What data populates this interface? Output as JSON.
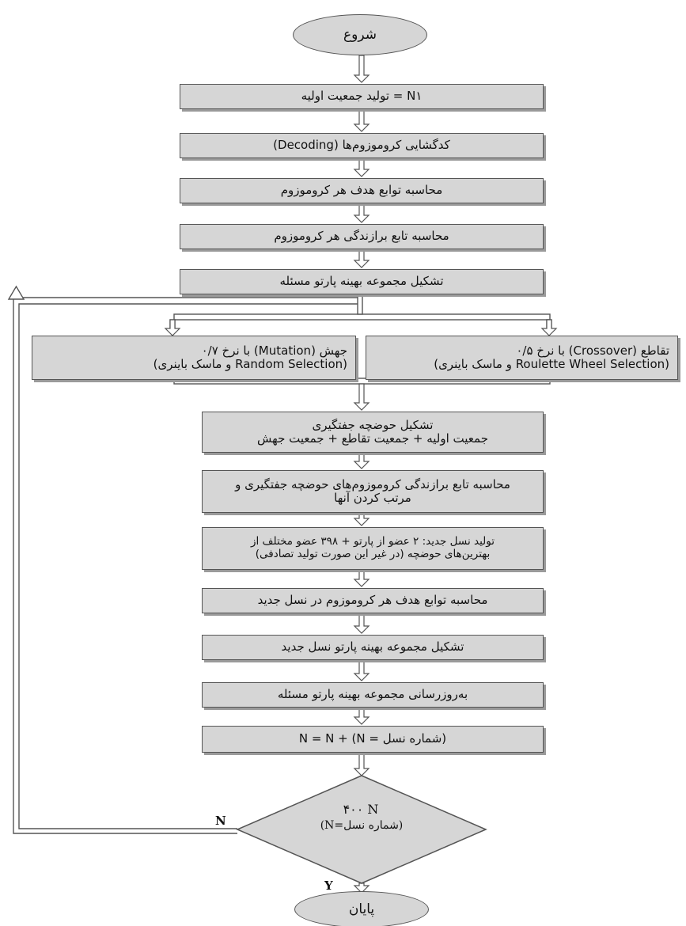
{
  "flowchart": {
    "start": "شروع",
    "end": "پایان",
    "steps": {
      "s1": [
        "N۱ = تولید جمعیت اولیه"
      ],
      "s2": [
        "کدگشایی کروموزوم‌ها (Decoding)"
      ],
      "s3": [
        "محاسبه توابع هدف هر کروموزوم"
      ],
      "s4": [
        "محاسبه تابع برازندگی هر کروموزوم"
      ],
      "s5": [
        "تشکیل مجموعه بهینه پارتو مسئله"
      ],
      "mutation": [
        "جهش (Mutation) با نرخ ۰/۷",
        "(Random Selection و ماسک باینری)"
      ],
      "crossover": [
        "تقاطع (Crossover) با نرخ ۰/۵",
        "(Roulette Wheel Selection و ماسک باینری)"
      ],
      "s6": [
        "تشکیل حوضچه جفتگیری",
        "جمعیت اولیه + جمعیت تقاطع + جمعیت جهش"
      ],
      "s7": [
        "محاسبه تابع برازندگی کروموزوم‌های حوضچه جفتگیری و",
        "مرتب کردن آنها"
      ],
      "s8": [
        "تولید نسل جدید: ۲ عضو از پارتو + ۳۹۸ عضو مختلف از",
        "بهترین‌های حوضچه (در غیر این صورت تولید تصادفی)"
      ],
      "s9": [
        "محاسبه توابع هدف هر کروموزوم در نسل جدید"
      ],
      "s10": [
        "تشکیل مجموعه بهینه پارتو نسل جدید"
      ],
      "s11": [
        "به‌روزرسانی مجموعه بهینه پارتو مسئله"
      ],
      "s12": [
        "(شماره نسل = N)  + N = N"
      ]
    },
    "decision": {
      "line1": "۴۰۰ N",
      "line2": "(N=شماره نسل)",
      "yes_label": "Y",
      "no_label": "N"
    }
  }
}
